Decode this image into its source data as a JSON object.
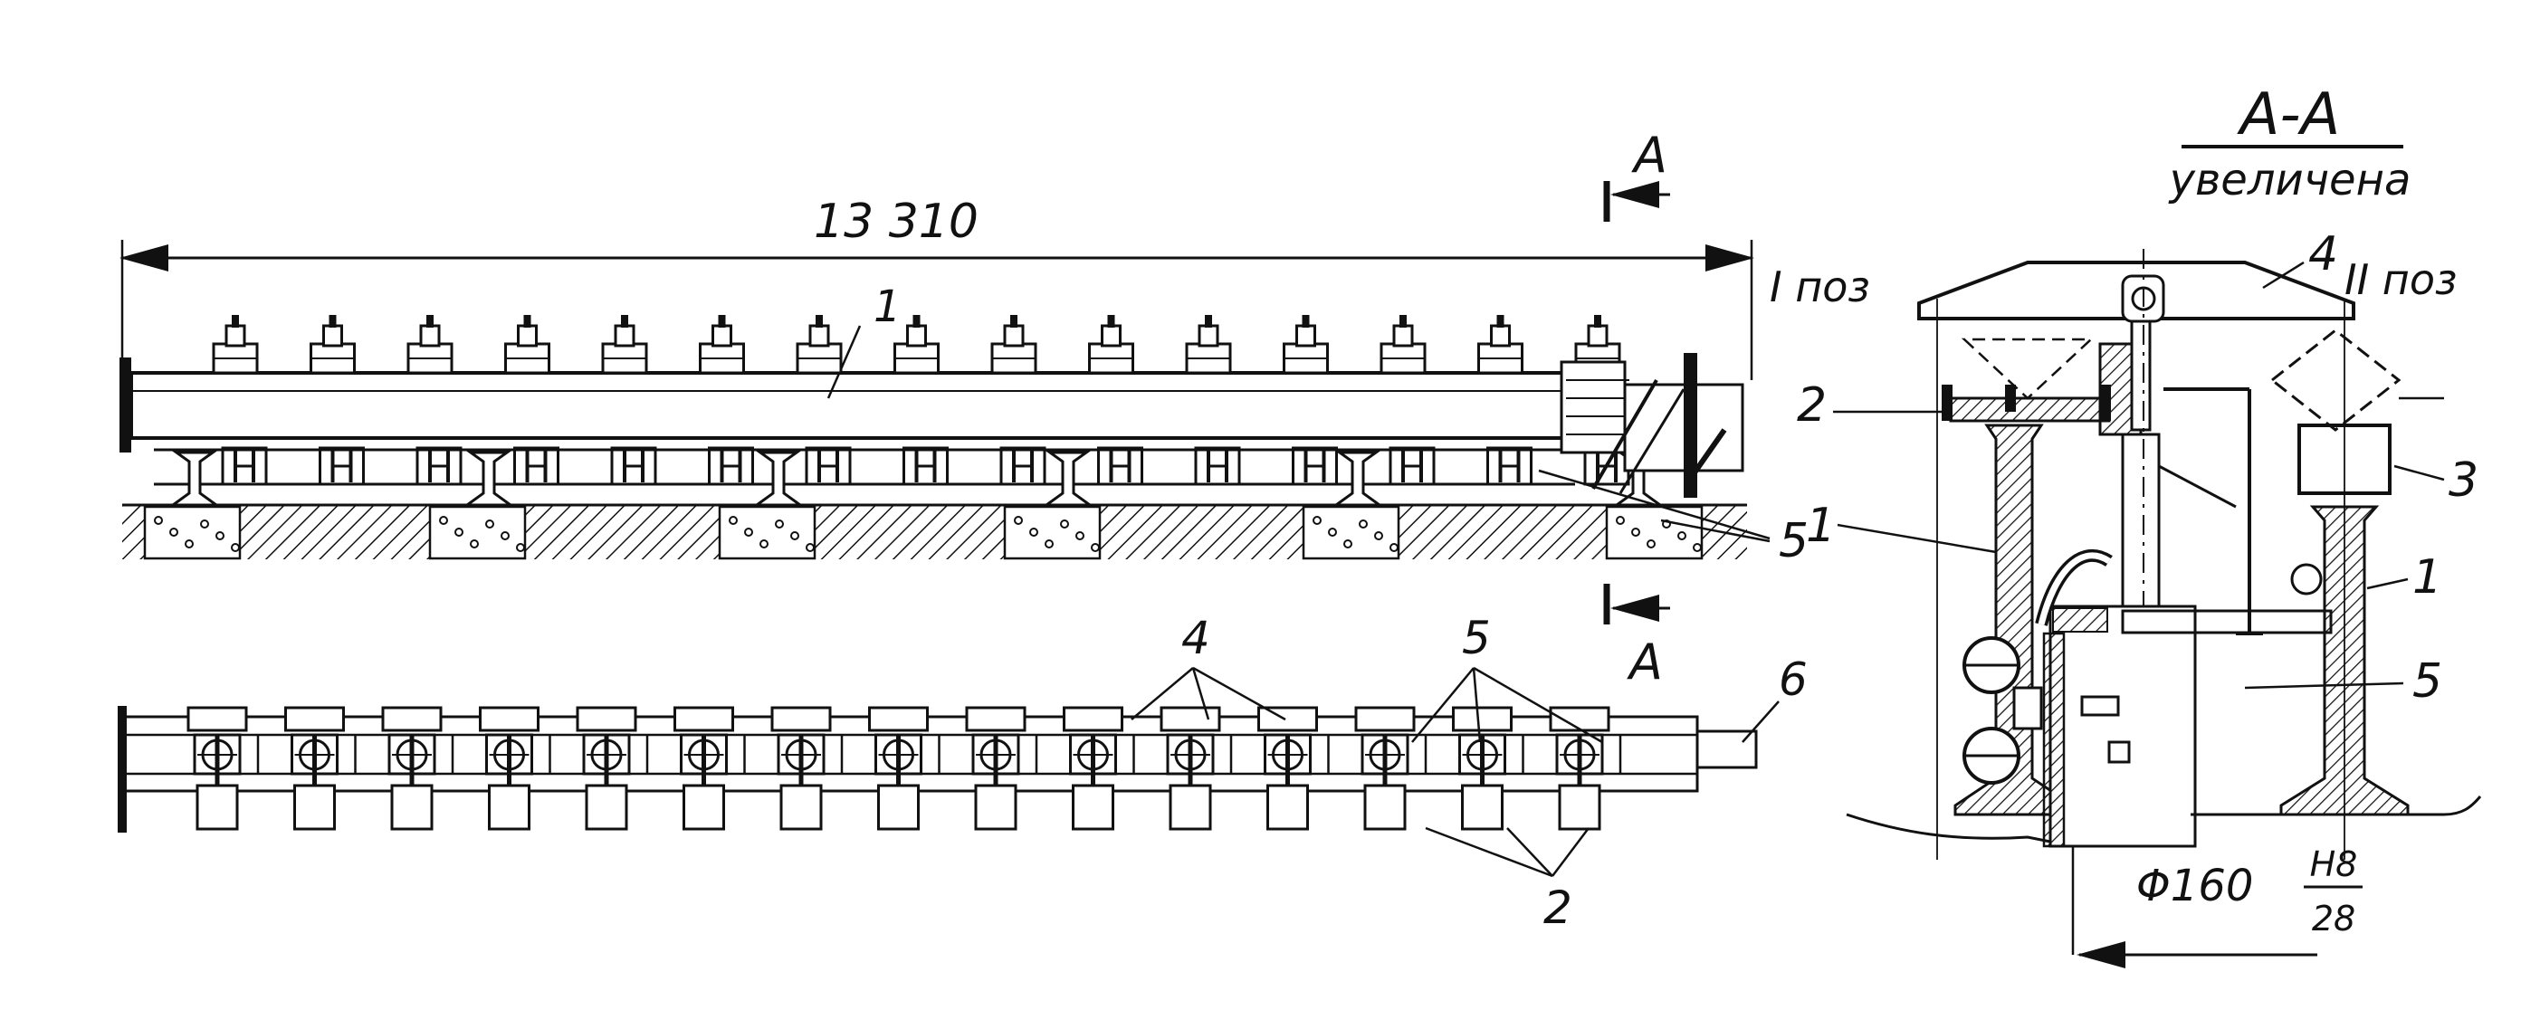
{
  "dimension": "13 310",
  "section": {
    "mark": "А",
    "title": "А-А",
    "subtitle": "увеличена"
  },
  "positions": {
    "first": "I поз",
    "second": "II поз"
  },
  "callouts": {
    "n1": "1",
    "n2": "2",
    "n3": "3",
    "n4": "4",
    "n5": "5",
    "n6": "6"
  },
  "fit": {
    "prefix": "Φ160",
    "upper": "H8",
    "lower": "28"
  }
}
